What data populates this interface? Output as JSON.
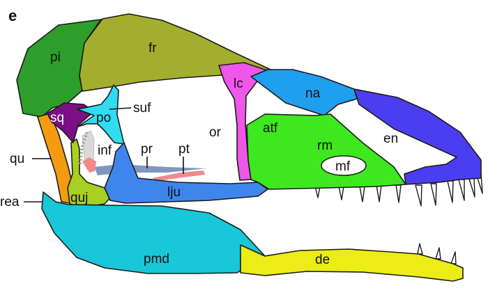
{
  "panel_label": "e",
  "colors": {
    "pi": "#2e9e2a",
    "fr": "#a4ae2e",
    "sq": "#7a0f86",
    "po": "#2fdcf0",
    "lc": "#ee57e9",
    "na": "#1e9ff0",
    "rm": "#3ee81e",
    "en_bone": "#4b3ef0",
    "qu": "#f59b10",
    "quj": "#a9cf22",
    "lju": "#3e86ec",
    "pmd": "#18c7d8",
    "de": "#ecec16",
    "pterygoid": "#f08a8a",
    "palate": "#7f97c0"
  },
  "labels": {
    "pi": "pi",
    "fr": "fr",
    "sq": "sq",
    "po": "po",
    "suf": "suf",
    "lc": "lc",
    "na": "na",
    "or": "or",
    "atf": "atf",
    "en": "en",
    "rm": "rm",
    "mf": "mf",
    "inf": "inf",
    "pr": "pr",
    "pt": "pt",
    "lju": "lju",
    "qu": "qu",
    "quj": "quj",
    "rea": "rea",
    "pmd": "pmd",
    "de": "de"
  }
}
